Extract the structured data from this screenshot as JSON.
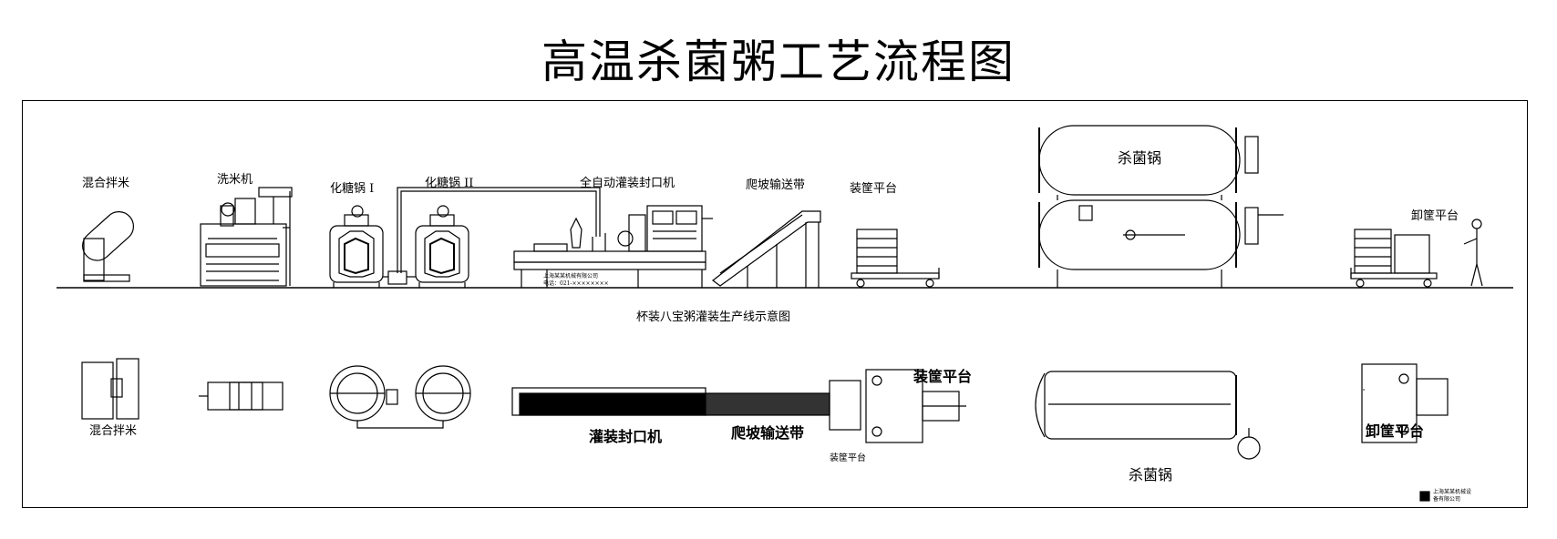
{
  "title": "高温杀菌粥工艺流程图",
  "caption": "杯装八宝粥灌装生产线示意图",
  "elevation_labels": {
    "mixing": "混合拌米",
    "rice_washer": "洗米机",
    "sugar_pot_1": "化糖锅 I",
    "sugar_pot_2": "化糖锅 II",
    "filler_sealer": "全自动灌装封口机",
    "incline_conveyor": "爬坡输送带",
    "loading_platform": "装筐平台",
    "sterilizer": "杀菌锅",
    "unloading_platform": "卸筐平台"
  },
  "plan_labels": {
    "mixing": "混合拌米",
    "filler_sealer": "灌装封口机",
    "incline_conveyor": "爬坡输送带",
    "loading_platform_large": "装筐平台",
    "loading_platform_small": "装筐平台",
    "sterilizer": "杀菌锅",
    "unloading_platform": "卸筐平台"
  },
  "tiny_texts": {
    "machine_company": "上海某某机械有限公司",
    "machine_phone": "电话：021-××××××××",
    "logo_line1": "上海某某机械设",
    "logo_line2": "备有限公司"
  }
}
